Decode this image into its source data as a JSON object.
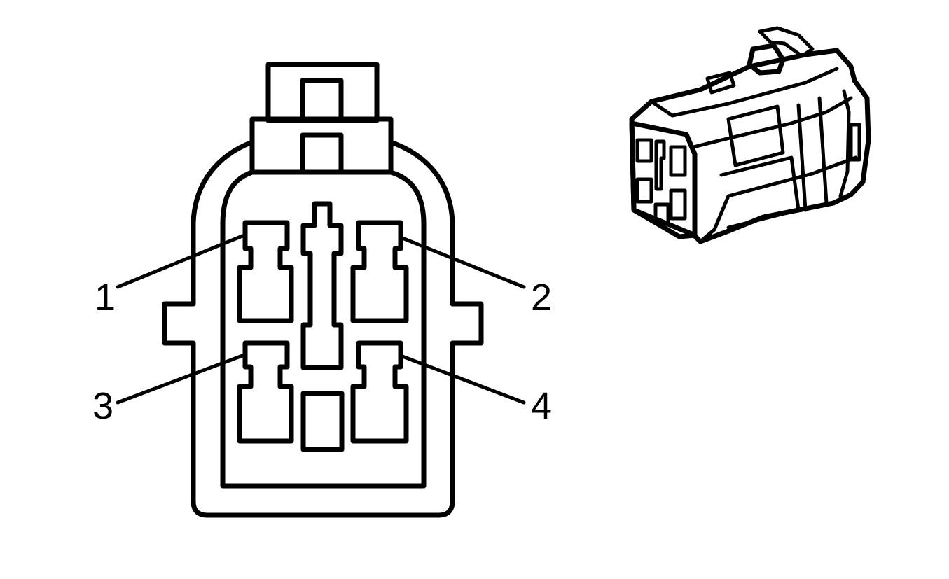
{
  "pins": [
    {
      "label": "1"
    },
    {
      "label": "2"
    },
    {
      "label": "3"
    },
    {
      "label": "4"
    }
  ],
  "colors": {
    "line": "#000000",
    "background": "#ffffff"
  }
}
